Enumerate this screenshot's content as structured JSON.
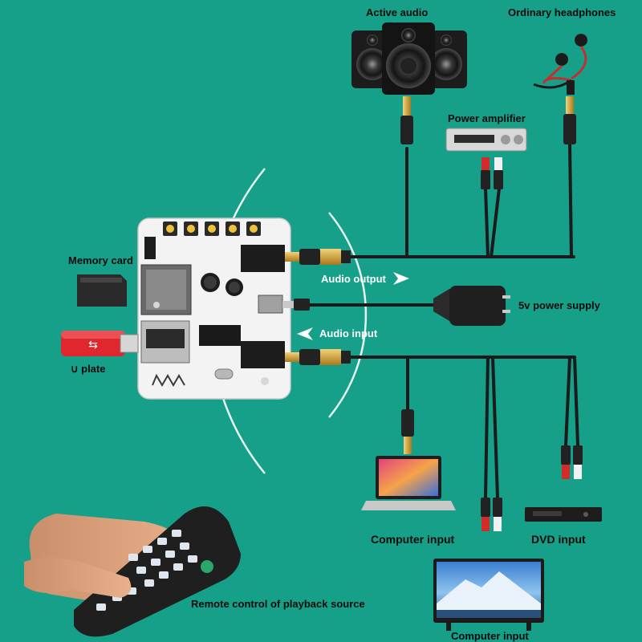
{
  "labels": {
    "active_audio": "Active audio",
    "ordinary_headphones": "Ordinary headphones",
    "power_amplifier": "Power amplifier",
    "memory_card": "Memory card",
    "u_plate": "∪ plate",
    "audio_output": "Audio output",
    "audio_input": "Audio input",
    "power_supply": "5v power supply",
    "computer_input": "Computer input",
    "dvd_input": "DVD input",
    "remote_control": "Remote control of playback source",
    "computer_input_tv": "Computer input"
  },
  "colors": {
    "background": "#16a089",
    "board": "#f3f3f3",
    "cable": "#1b1b1b",
    "plug_gold": "#d9a93a",
    "rca_red": "#d42a2a",
    "rca_white": "#f2f2f2",
    "usb_red": "#e0262f",
    "arc": "#ffffff"
  }
}
